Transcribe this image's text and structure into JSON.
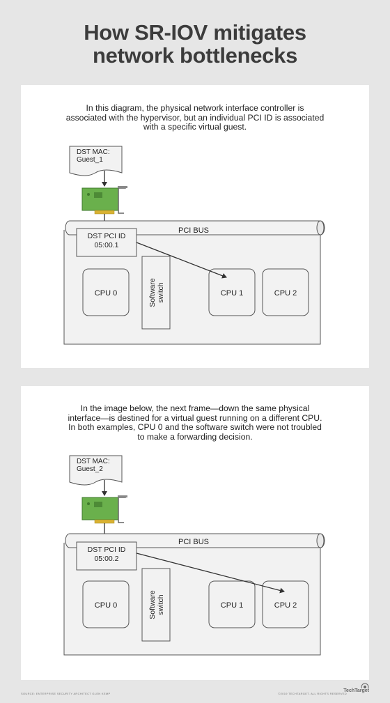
{
  "title": {
    "line1": "How SR-IOV mitigates",
    "line2": "network bottlenecks"
  },
  "panels": [
    {
      "caption": [
        "In this diagram, the physical network interface controller is",
        "associated with the hypervisor, but an individual PCI ID is associated",
        "with a specific virtual guest."
      ],
      "dst_mac": [
        "DST MAC:",
        "Guest_1"
      ],
      "bus_label": "PCI BUS",
      "pci_id": [
        "DST PCI ID",
        "05:00.1"
      ],
      "cpus": [
        "CPU 0",
        "CPU 1",
        "CPU 2"
      ],
      "switch_label": [
        "Software",
        "switch"
      ],
      "target_cpu": "CPU 1"
    },
    {
      "caption": [
        "In the image below, the next frame—down the same physical",
        "interface—is destined for a virtual guest running on a different CPU.",
        "In both examples, CPU 0 and the software switch were not troubled",
        "to make a forwarding decision."
      ],
      "dst_mac": [
        "DST MAC:",
        "Guest_2"
      ],
      "bus_label": "PCI BUS",
      "pci_id": [
        "DST PCI ID",
        "05:00.2"
      ],
      "cpus": [
        "CPU 0",
        "CPU 1",
        "CPU 2"
      ],
      "switch_label": [
        "Software",
        "switch"
      ],
      "target_cpu": "CPU 2"
    }
  ],
  "footer": {
    "source": "SOURCE: ENTERPRISE SECURITY ARCHITECT GLEN KEMP",
    "copyright": "©2019 TECHTARGET. ALL RIGHTS RESERVED",
    "logo": "TechTarget"
  },
  "colors": {
    "background": "#e6e6e6",
    "panel": "#ffffff",
    "box_fill": "#f2f2f2",
    "stroke": "#333333",
    "nic_green": "#6ab04c",
    "nic_gold": "#d9b233"
  }
}
